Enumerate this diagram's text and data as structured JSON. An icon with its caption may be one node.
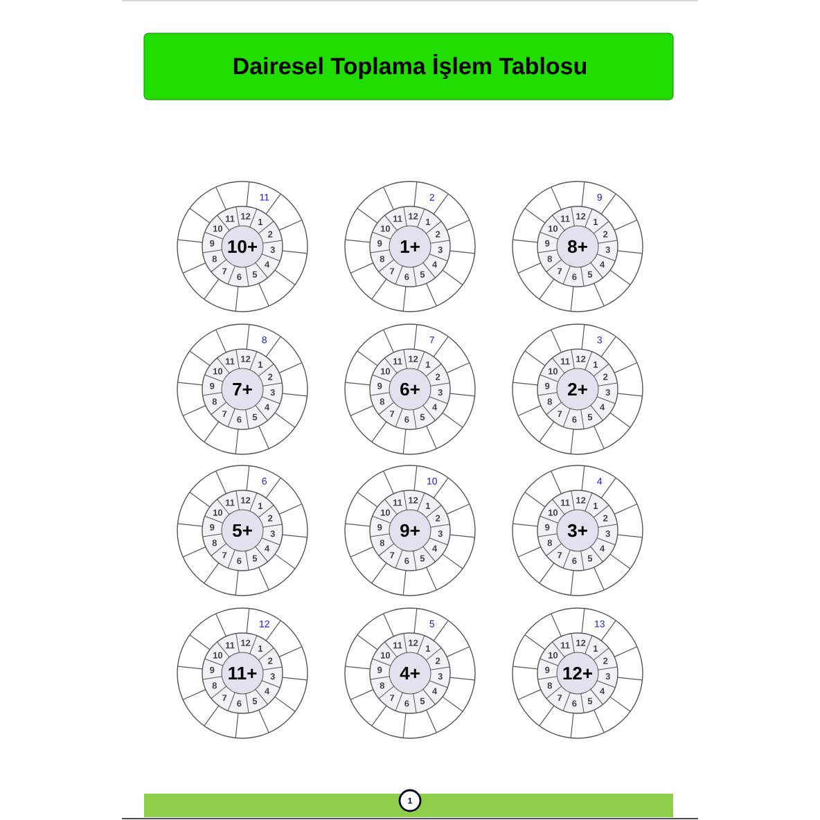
{
  "diagram": {
    "title": "Dairesel Toplama İşlem Tablosu",
    "nodes": [
      {
        "text": [
          "10+",
          "1",
          "2",
          "3",
          "4",
          "5",
          "6",
          "7",
          "8",
          "9",
          "10",
          "11",
          "12",
          "11"
        ]
      },
      {
        "text": [
          "1+",
          "1",
          "2",
          "3",
          "4",
          "5",
          "6",
          "7",
          "8",
          "9",
          "10",
          "11",
          "12",
          "2"
        ]
      },
      {
        "text": [
          "8+",
          "1",
          "2",
          "3",
          "4",
          "5",
          "6",
          "7",
          "8",
          "9",
          "10",
          "11",
          "12",
          "9"
        ]
      },
      {
        "text": [
          "7+",
          "1",
          "2",
          "3",
          "4",
          "5",
          "6",
          "7",
          "8",
          "9",
          "10",
          "11",
          "12",
          "8"
        ]
      },
      {
        "text": [
          "6+",
          "1",
          "2",
          "3",
          "4",
          "5",
          "6",
          "7",
          "8",
          "9",
          "10",
          "11",
          "12",
          "7"
        ]
      },
      {
        "text": [
          "2+",
          "1",
          "2",
          "3",
          "4",
          "5",
          "6",
          "7",
          "8",
          "9",
          "10",
          "11",
          "12",
          "3"
        ]
      },
      {
        "text": [
          "5+",
          "1",
          "2",
          "3",
          "4",
          "5",
          "6",
          "7",
          "8",
          "9",
          "10",
          "11",
          "12",
          "6"
        ]
      },
      {
        "text": [
          "9+",
          "1",
          "2",
          "3",
          "4",
          "5",
          "6",
          "7",
          "8",
          "9",
          "10",
          "11",
          "12",
          "10"
        ]
      },
      {
        "text": [
          "3+",
          "1",
          "2",
          "3",
          "4",
          "5",
          "6",
          "7",
          "8",
          "9",
          "10",
          "11",
          "12",
          "4"
        ]
      },
      {
        "text": [
          "11+",
          "1",
          "2",
          "3",
          "4",
          "5",
          "6",
          "7",
          "8",
          "9",
          "10",
          "11",
          "12",
          "12"
        ]
      },
      {
        "text": [
          "4+",
          "1",
          "2",
          "3",
          "4",
          "5",
          "6",
          "7",
          "8",
          "9",
          "10",
          "11",
          "12",
          "5"
        ]
      },
      {
        "text": [
          "12+",
          "1",
          "2",
          "3",
          "4",
          "5",
          "6",
          "7",
          "8",
          "9",
          "10",
          "11",
          "12",
          "13"
        ]
      },
      {
        "text": [
          "1"
        ]
      }
    ]
  }
}
